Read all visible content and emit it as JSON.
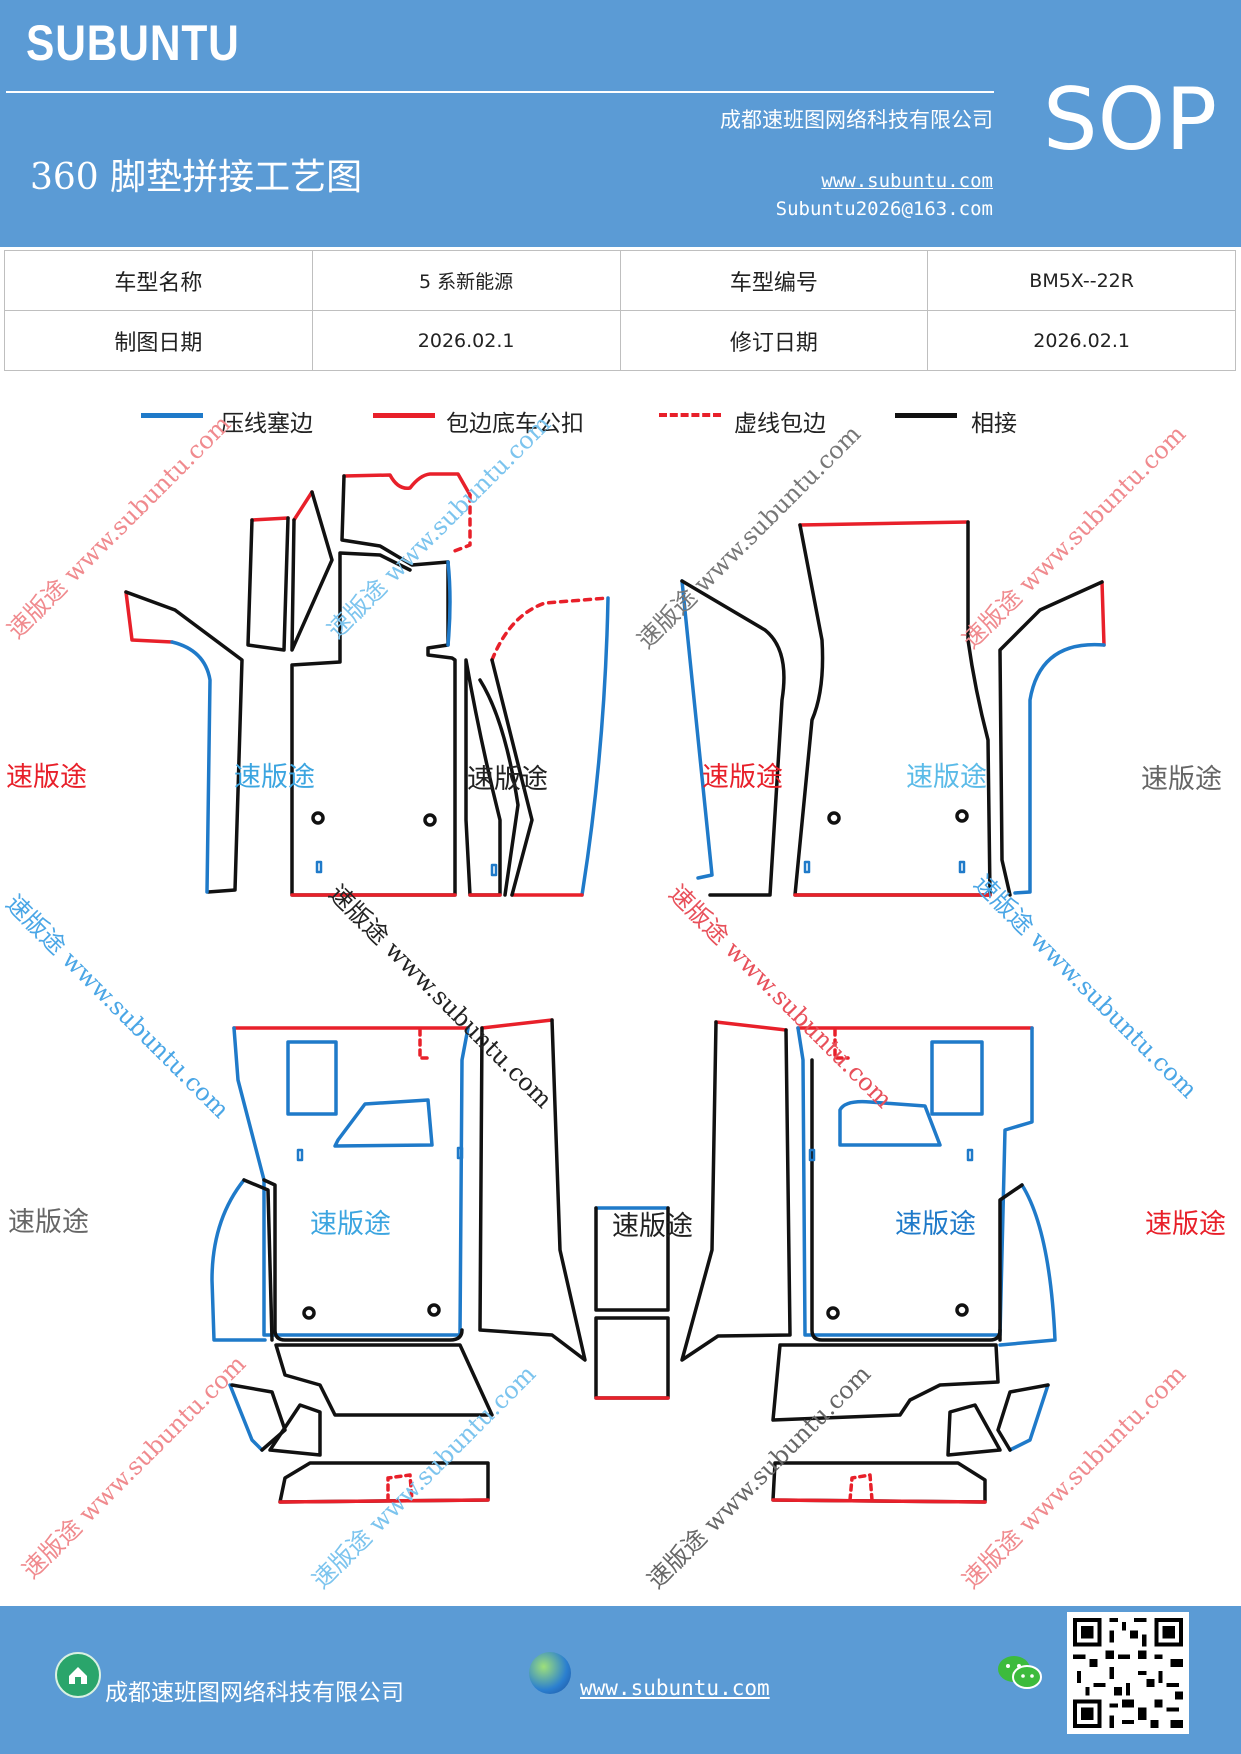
{
  "header": {
    "brand": "SUBUNTU",
    "company": "成都速班图网络科技有限公司",
    "title": "360 脚垫拼接工艺图",
    "website": "www.subuntu.com",
    "email": "Subuntu2026@163.com",
    "doc_type": "SOP"
  },
  "info_table": {
    "model_name_label": "车型名称",
    "model_name_value": "5 系新能源",
    "model_code_label": "车型编号",
    "model_code_value": "BM5X--22R",
    "draw_date_label": "制图日期",
    "draw_date_value": "2026.02.1",
    "revise_date_label": "修订日期",
    "revise_date_value": "2026.02.1"
  },
  "legend": [
    {
      "label": "压线塞边",
      "color": "#1f7ac9",
      "style": "solid"
    },
    {
      "label": "包边底车公扣",
      "color": "#e8202a",
      "style": "solid"
    },
    {
      "label": "虚线包边",
      "color": "#e8202a",
      "style": "dashed"
    },
    {
      "label": "相接",
      "color": "#111111",
      "style": "solid"
    }
  ],
  "piece_labels": {
    "l1": "速版途",
    "l2": "速版途",
    "l3": "速版途",
    "l4": "速版途",
    "l5": "速版途",
    "l6": "速版途",
    "l7": "速版途",
    "l8": "速版途",
    "l9": "速版途",
    "l10": "速版途",
    "l11": "速版途"
  },
  "watermarks": {
    "w1": "速版途 www.subuntu.com",
    "w2": "速版途 www.subuntu.com",
    "w3": "速版途 www.subuntu.com",
    "w4": "速版途 www.subuntu.com",
    "w5": "速版途 www.subuntu.com",
    "w6": "速版途 www.subuntu.com",
    "w7": "速版途 www.subuntu.com",
    "w8": "速版途 www.subuntu.com",
    "w9": "速版途 www.subuntu.com",
    "w10": "速版途 www.subuntu.com",
    "w11": "速版途 www.subuntu.com",
    "w12": "速版途 www.subuntu.com"
  },
  "footer": {
    "company": "成都速班图网络科技有限公司",
    "website": "www.subuntu.com"
  },
  "colors": {
    "header_bg": "#5b9bd5",
    "blue_edge": "#1f7ac9",
    "red_edge": "#e8202a",
    "black_edge": "#111111"
  },
  "icons": [
    "home-icon",
    "globe-icon",
    "wechat-icon",
    "qr-code-icon"
  ]
}
